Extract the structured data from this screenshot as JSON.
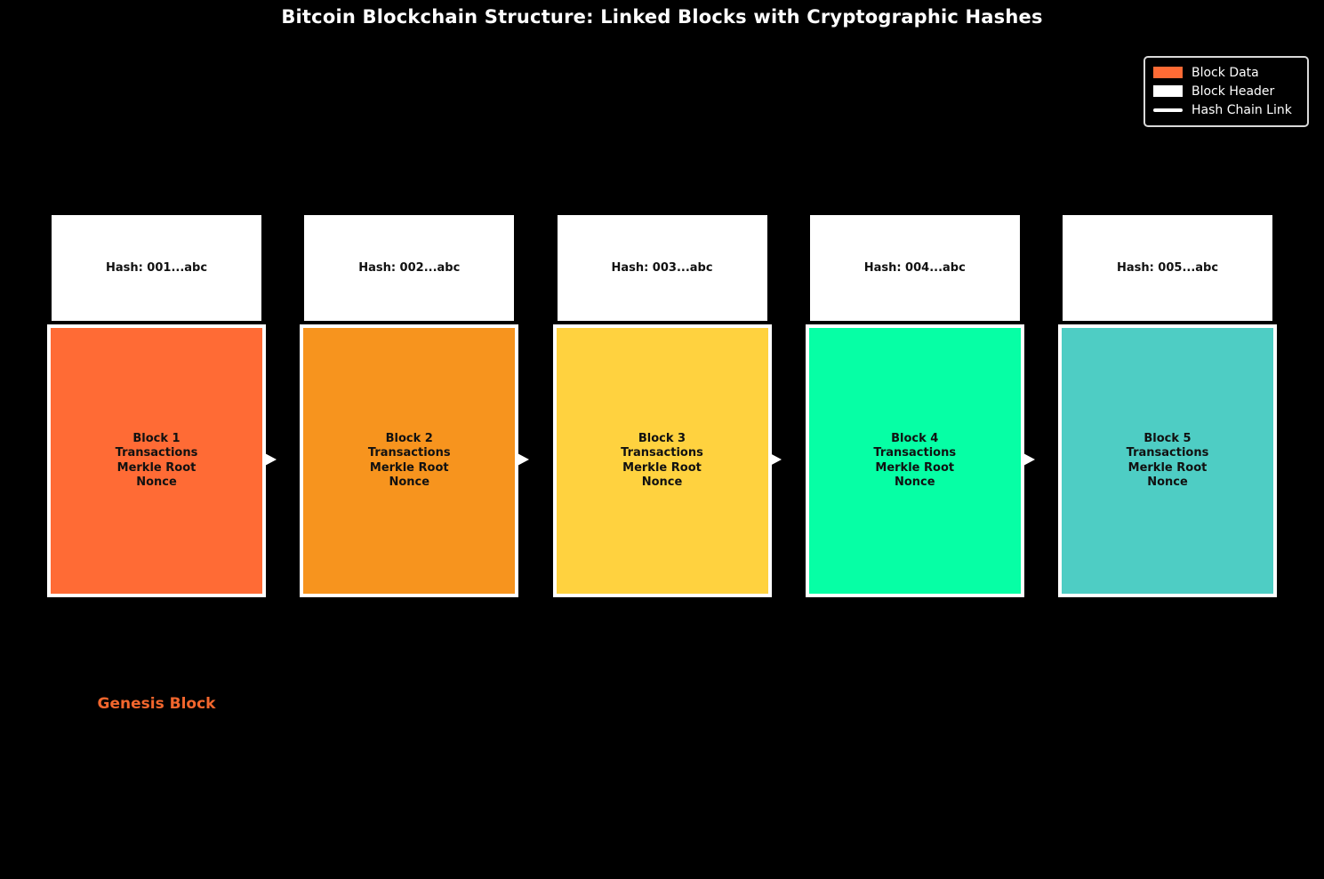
{
  "title": "Bitcoin Blockchain Structure: Linked Blocks with Cryptographic Hashes",
  "legend": {
    "items": [
      {
        "label": "Block Data",
        "swatch_type": "rect"
      },
      {
        "label": "Block Header",
        "swatch_type": "rect"
      },
      {
        "label": "Hash Chain Link",
        "swatch_type": "line"
      }
    ]
  },
  "blocks": [
    {
      "hash": "Hash: 001...abc",
      "color": "#FF6B35",
      "body_lines": [
        "Block 1",
        "Transactions",
        "Merkle Root",
        "Nonce"
      ]
    },
    {
      "hash": "Hash: 002...abc",
      "color": "#F7941E",
      "body_lines": [
        "Block 2",
        "Transactions",
        "Merkle Root",
        "Nonce"
      ]
    },
    {
      "hash": "Hash: 003...abc",
      "color": "#FFD23F",
      "body_lines": [
        "Block 3",
        "Transactions",
        "Merkle Root",
        "Nonce"
      ]
    },
    {
      "hash": "Hash: 004...abc",
      "color": "#06FFA5",
      "body_lines": [
        "Block 4",
        "Transactions",
        "Merkle Root",
        "Nonce"
      ]
    },
    {
      "hash": "Hash: 005...abc",
      "color": "#4ECDC4",
      "body_lines": [
        "Block 5",
        "Transactions",
        "Merkle Root",
        "Nonce"
      ]
    }
  ],
  "annotations": {
    "genesis_label": "Genesis Block"
  },
  "colors": {
    "background": "#000000",
    "title_text": "#FFFFFF",
    "block_data_legend": "#FF6B35",
    "block_header": "#FFFFFF",
    "hash_link": "#FFFFFF",
    "genesis_text": "#F2662D"
  }
}
